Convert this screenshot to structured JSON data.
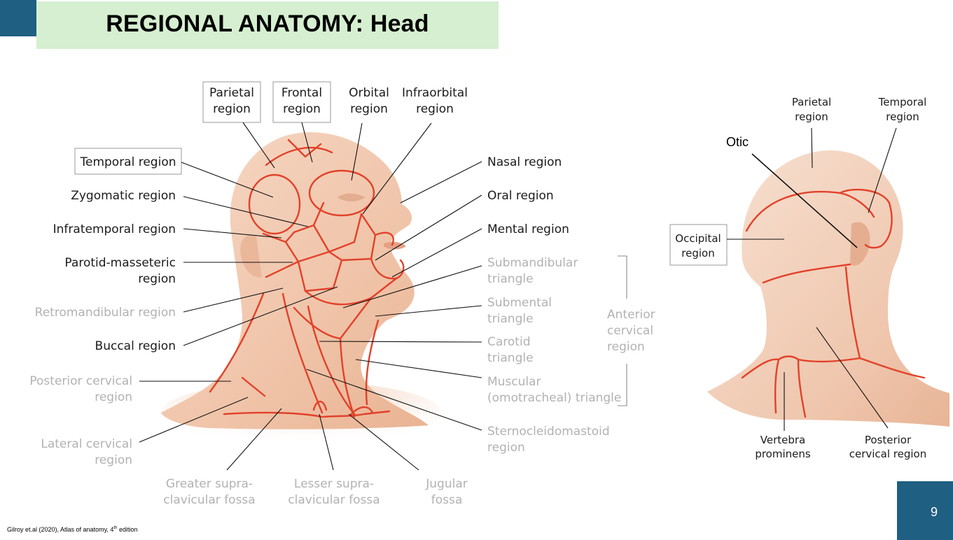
{
  "title": "REGIONAL ANATOMY: Head",
  "page_number": "9",
  "citation": {
    "text": "Gilroy et.al (2020), Atlas of anatomy, 4",
    "sup": "th",
    "suffix": " edition"
  },
  "colors": {
    "accent_blue": "#1f5f82",
    "title_bg": "#d5efd0",
    "region_lines": "#e2412a",
    "skin": "#f2c7ad"
  },
  "front_labels": {
    "parietal": [
      "Parietal",
      "region"
    ],
    "frontal": [
      "Frontal",
      "region"
    ],
    "orbital": [
      "Orbital",
      "region"
    ],
    "infraorbital": [
      "Infraorbital",
      "region"
    ],
    "temporal": "Temporal region",
    "zygomatic": "Zygomatic region",
    "infratemporal": "Infratemporal region",
    "parotid": [
      "Parotid-masseteric",
      "region"
    ],
    "retromandibular": "Retromandibular region",
    "buccal": "Buccal region",
    "posterior_cervical": [
      "Posterior cervical",
      "region"
    ],
    "lateral_cervical": [
      "Lateral cervical",
      "region"
    ],
    "greater_supra": [
      "Greater supra-",
      "clavicular fossa"
    ],
    "lesser_supra": [
      "Lesser supra-",
      "clavicular fossa"
    ],
    "jugular": [
      "Jugular",
      "fossa"
    ],
    "nasal": "Nasal region",
    "oral": "Oral region",
    "mental": "Mental region",
    "submandibular": [
      "Submandibular",
      "triangle"
    ],
    "submental": [
      "Submental",
      "triangle"
    ],
    "carotid": [
      "Carotid",
      "triangle"
    ],
    "muscular": [
      "Muscular",
      "(omotracheal) triangle"
    ],
    "sternocleido": [
      "Sternocleidomastoid",
      "region"
    ],
    "anterior_cervical": [
      "Anterior",
      "cervical",
      "region"
    ]
  },
  "back_labels": {
    "parietal": [
      "Parietal",
      "region"
    ],
    "temporal": [
      "Temporal",
      "region"
    ],
    "otic": "Otic",
    "occipital": [
      "Occipital",
      "region"
    ],
    "vertebra": [
      "Vertebra",
      "prominens"
    ],
    "posterior_cervical": [
      "Posterior",
      "cervical region"
    ]
  }
}
